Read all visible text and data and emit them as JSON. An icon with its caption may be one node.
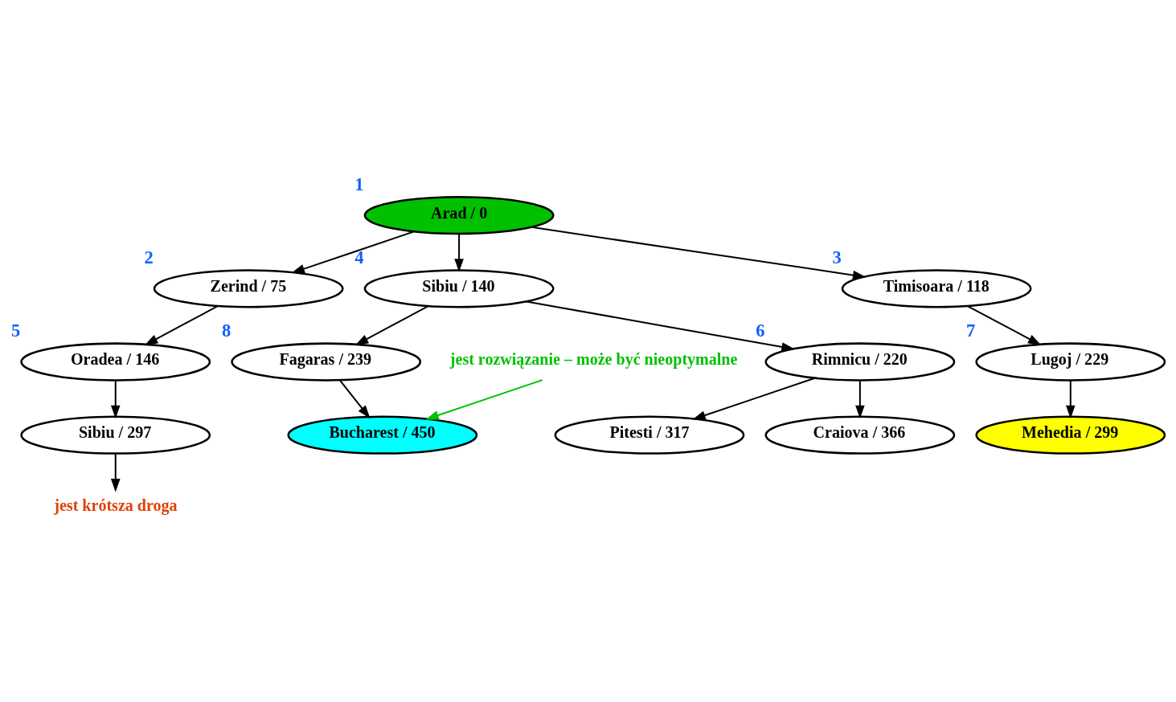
{
  "diagram": {
    "nodes": [
      {
        "text": [
          "Arad / 0"
        ],
        "beside": [
          "1"
        ]
      },
      {
        "text": [
          "Zerind / 75"
        ],
        "beside": [
          "2"
        ]
      },
      {
        "text": [
          "Sibiu / 140"
        ],
        "beside": [
          "4"
        ]
      },
      {
        "text": [
          "Timisoara / 118"
        ],
        "beside": [
          "3"
        ]
      },
      {
        "text": [
          "Oradea / 146"
        ],
        "beside": [
          "5"
        ]
      },
      {
        "text": [
          "Fagaras / 239"
        ],
        "beside": [
          "8"
        ]
      },
      {
        "text": [
          "Rimnicu / 220"
        ],
        "beside": [
          "6"
        ]
      },
      {
        "text": [
          "Lugoj / 229"
        ],
        "beside": [
          "7"
        ]
      },
      {
        "text": [
          "Sibiu / 297"
        ]
      },
      {
        "text": [
          "Pitesti / 317"
        ]
      },
      {
        "text": [
          "Craiova / 366"
        ]
      },
      {
        "text": [
          "Mehedia / 299"
        ]
      },
      {
        "text": [
          "Bucharest / 450"
        ]
      },
      {
        "text": [
          "jest krótsza droga"
        ]
      },
      {
        "text": [
          "jest rozwiązanie – może być nieoptymalne"
        ]
      }
    ],
    "edges": [
      {
        "from": 0,
        "to": 1,
        "arrow": "to"
      },
      {
        "from": 0,
        "to": 2,
        "arrow": "to"
      },
      {
        "from": 0,
        "to": 3,
        "arrow": "to"
      },
      {
        "from": 1,
        "to": 4,
        "arrow": "to"
      },
      {
        "from": 2,
        "to": 5,
        "arrow": "to"
      },
      {
        "from": 2,
        "to": 6,
        "arrow": "to"
      },
      {
        "from": 3,
        "to": 7,
        "arrow": "to"
      },
      {
        "from": 4,
        "to": 8,
        "arrow": "to"
      },
      {
        "from": 5,
        "to": 12,
        "arrow": "to"
      },
      {
        "from": 6,
        "to": 9,
        "arrow": "to"
      },
      {
        "from": 6,
        "to": 10,
        "arrow": "to"
      },
      {
        "from": 7,
        "to": 11,
        "arrow": "to"
      },
      {
        "from": 8,
        "to": 13,
        "arrow": "to"
      },
      {
        "from": 14,
        "to": 12,
        "arrow": "to",
        "color": "#00c000"
      }
    ]
  }
}
